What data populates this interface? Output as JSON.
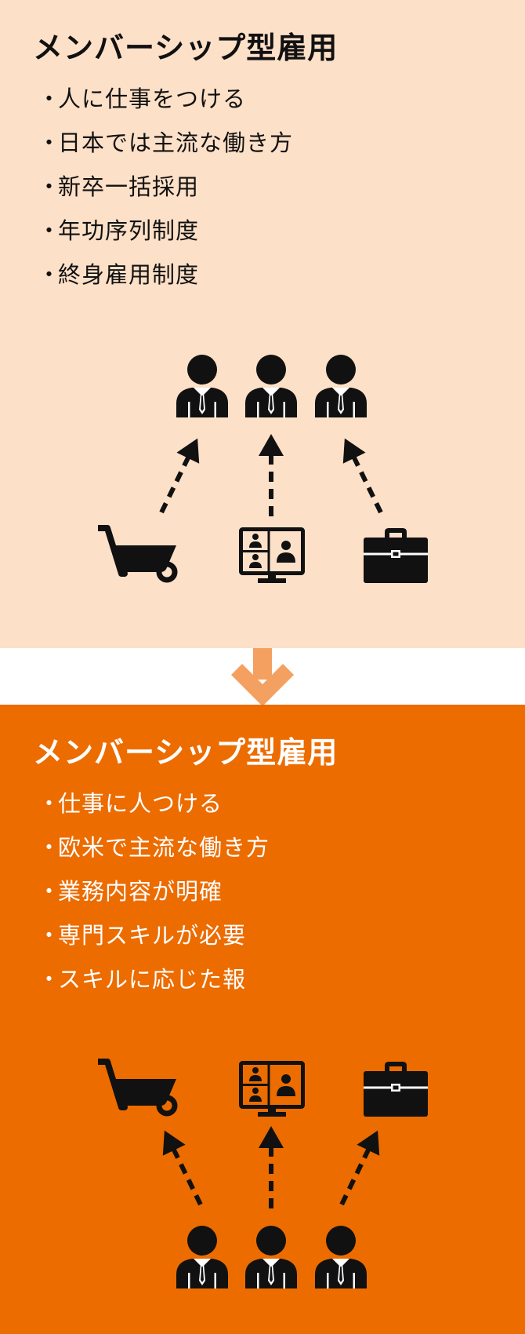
{
  "colors": {
    "top_background": "#fde0c8",
    "bottom_background": "#ec6c00",
    "gap_background": "#ffffff",
    "transition_arrow": "#f4a060",
    "icon_color": "#111111"
  },
  "top_section": {
    "title": "メンバーシップ型雇用",
    "bullet_marker": "・",
    "items": [
      "人に仕事をつける",
      "日本では主流な働き方",
      "新卒一括採用",
      "年功序列制度",
      "終身雇用制度"
    ],
    "diagram": {
      "people_icon": "businessman-icon",
      "job_icons": [
        "wheelbarrow-icon",
        "video-conference-icon",
        "briefcase-icon"
      ],
      "arrow_direction": "jobs-to-people",
      "arrow_style": "dashed"
    }
  },
  "transition_arrow_icon": "down-chevron-arrow-icon",
  "bottom_section": {
    "title": "メンバーシップ型雇用",
    "bullet_marker": "・",
    "items": [
      "仕事に人つける",
      "欧米で主流な働き方",
      "業務内容が明確",
      "専門スキルが必要",
      "スキルに応じた報"
    ],
    "diagram": {
      "people_icon": "businessman-icon",
      "job_icons": [
        "wheelbarrow-icon",
        "video-conference-icon",
        "briefcase-icon"
      ],
      "arrow_direction": "people-to-jobs",
      "arrow_style": "dashed"
    }
  }
}
